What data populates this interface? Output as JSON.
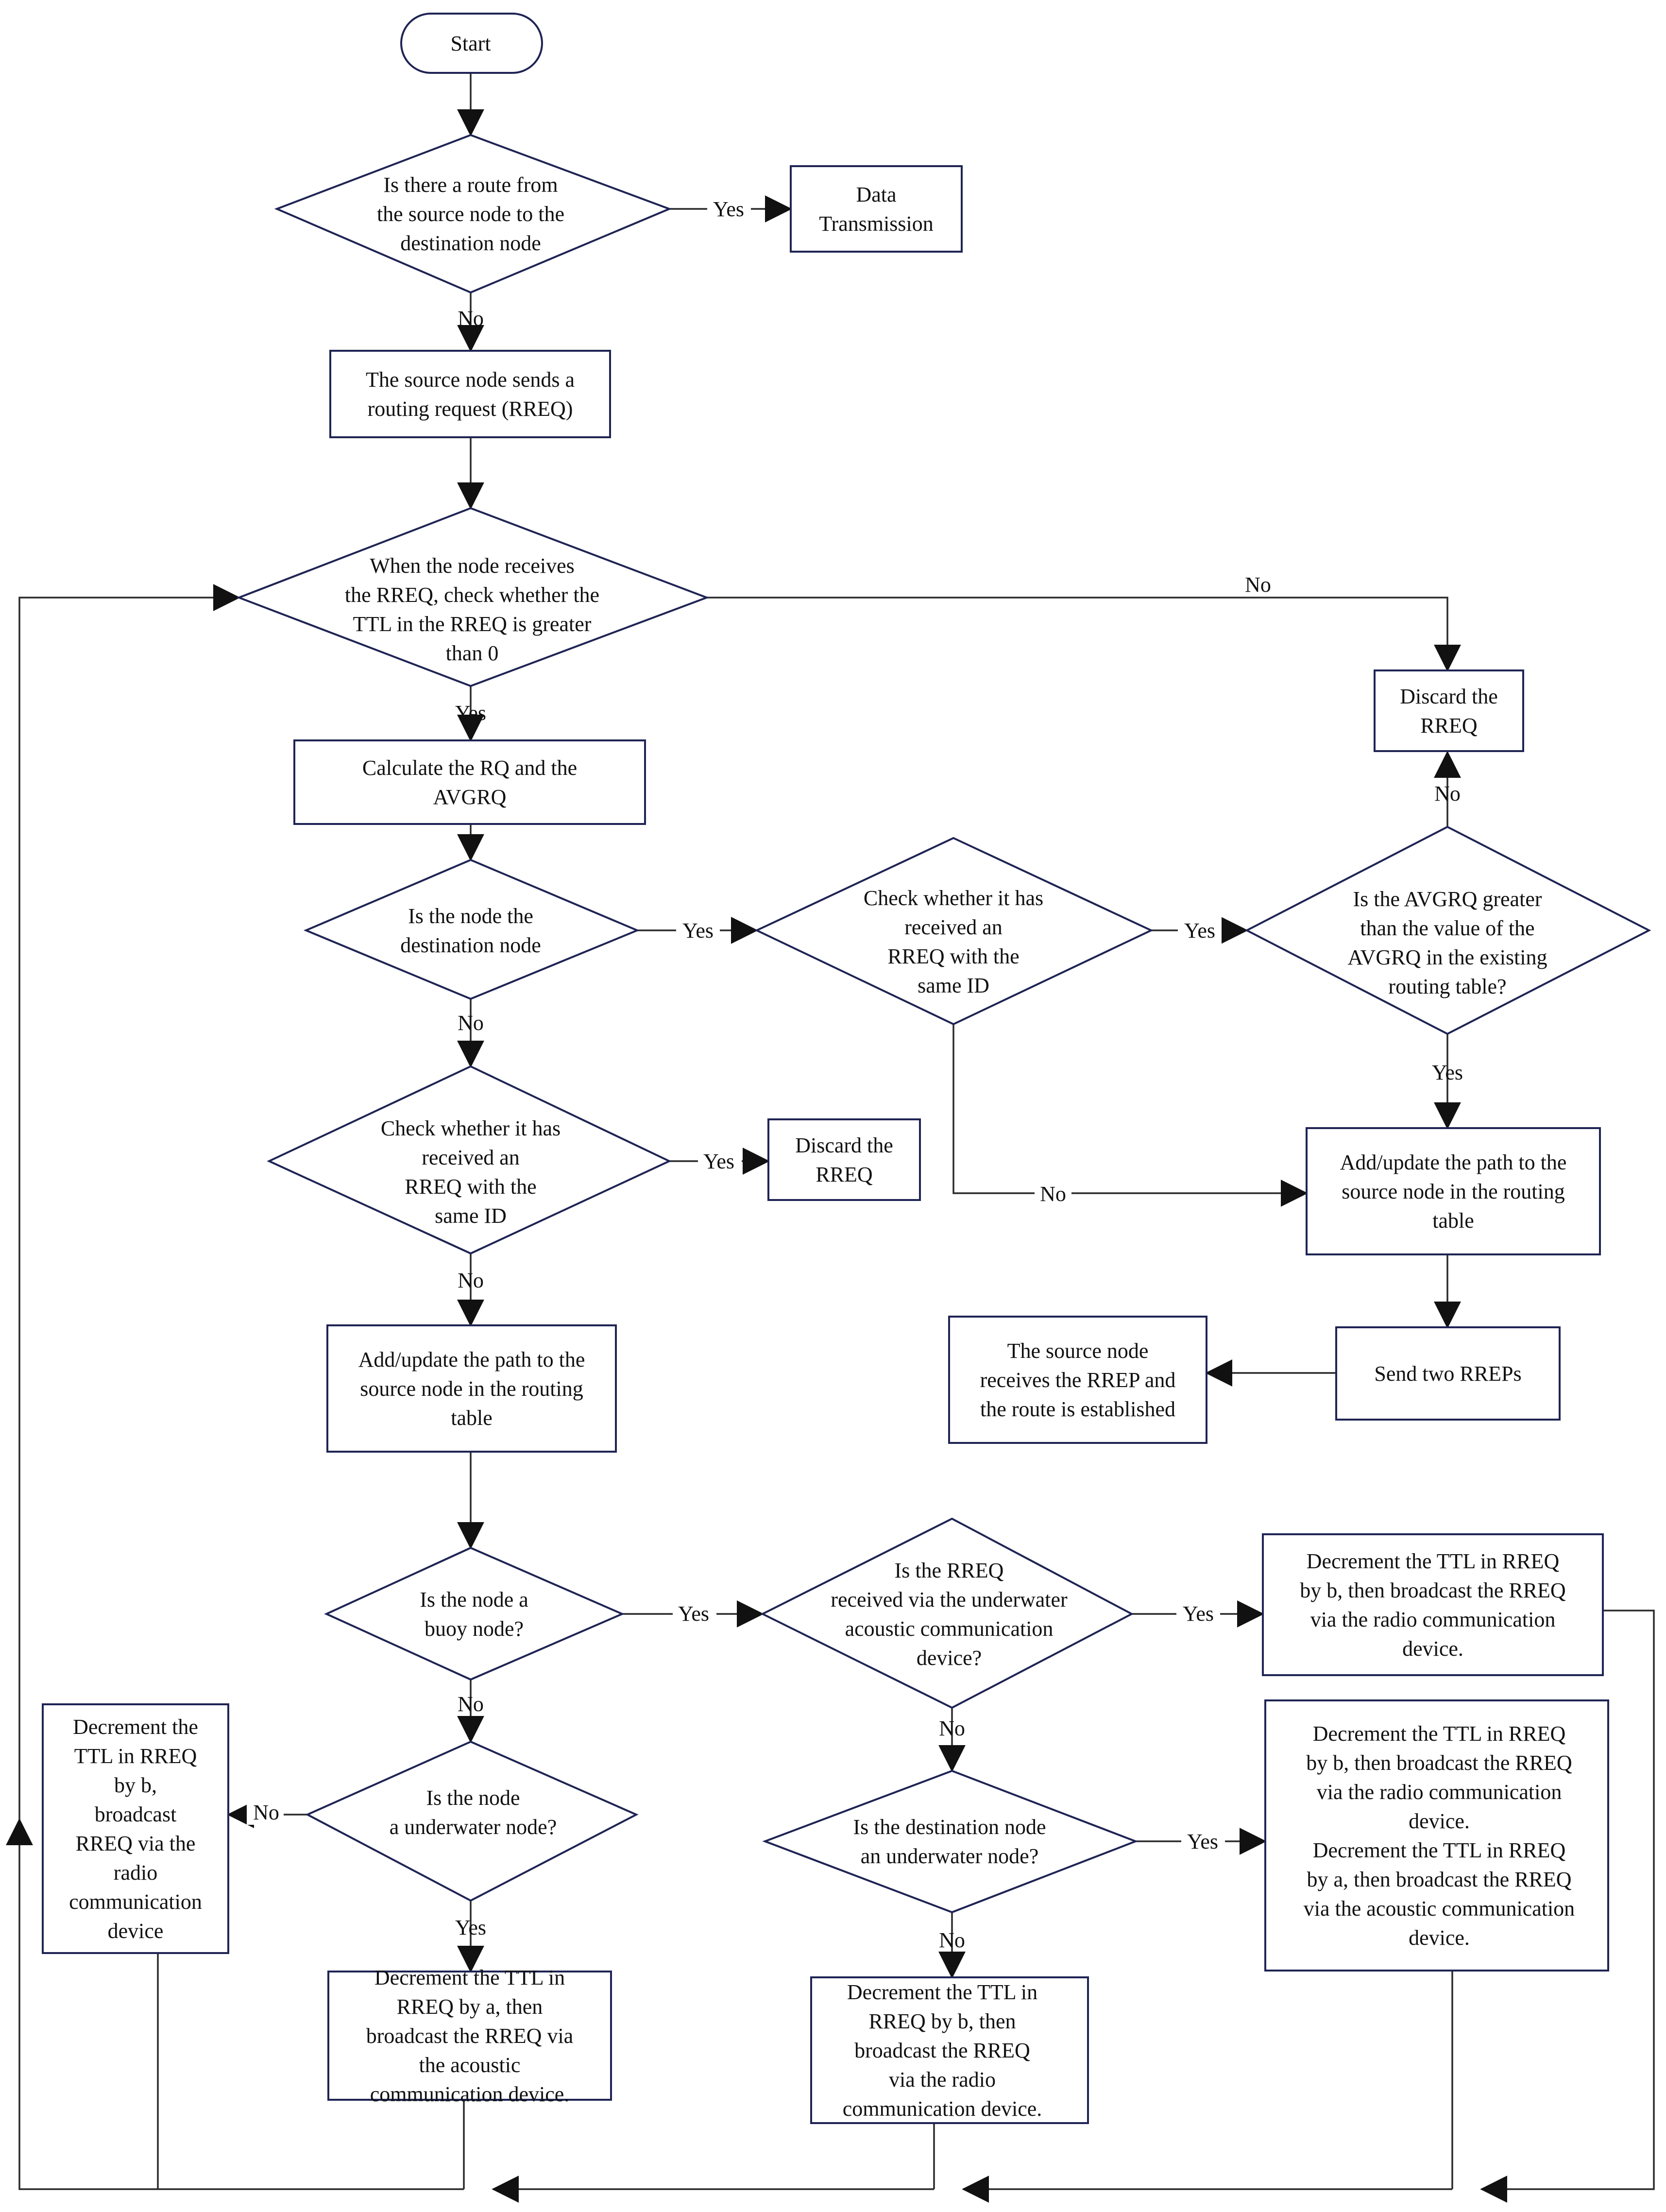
{
  "start": {
    "label": "Start"
  },
  "nodes": {
    "route_exists": {
      "lines": [
        "Is there a route from",
        "the source node to the",
        "destination node"
      ]
    },
    "data_transmission": {
      "lines": [
        "Data",
        "Transmission"
      ]
    },
    "source_sends_rreq": {
      "lines": [
        "The source node sends a",
        "routing request (RREQ)"
      ]
    },
    "ttl_check": {
      "lines": [
        "When the node receives",
        "the RREQ, check whether the",
        "TTL in the RREQ is greater",
        "than 0"
      ]
    },
    "discard_rreq_top": {
      "lines": [
        "Discard the",
        "RREQ"
      ]
    },
    "calc_rq": {
      "lines": [
        "Calculate the RQ  and the",
        "AVGRQ"
      ]
    },
    "is_destination": {
      "lines": [
        "Is the node the",
        "destination node"
      ]
    },
    "dest_same_id": {
      "lines": [
        "Check whether it has",
        "received an",
        "RREQ with the",
        "same ID"
      ]
    },
    "avgrq_greater": {
      "lines": [
        "Is the AVGRQ  greater",
        "than the value of the",
        "AVGRQ in the existing",
        "routing table?"
      ]
    },
    "add_path_right": {
      "lines": [
        "Add/update the path to the",
        "source node in the routing",
        "table"
      ]
    },
    "send_rreps": {
      "lines": [
        "Send two RREPs"
      ]
    },
    "route_established": {
      "lines": [
        "The source node",
        "receives the RREP and",
        "the route is established"
      ]
    },
    "left_same_id": {
      "lines": [
        "Check whether it has",
        "received an",
        "RREQ with the",
        "same ID"
      ]
    },
    "discard_rreq_mid": {
      "lines": [
        "Discard the",
        "RREQ"
      ]
    },
    "add_path_left": {
      "lines": [
        "Add/update the path to the",
        "source node in the routing",
        "table"
      ]
    },
    "buoy_node": {
      "lines": [
        "Is the node a",
        "buoy node?"
      ]
    },
    "received_acoustic": {
      "lines": [
        "Is the RREQ",
        "received via the underwater",
        "acoustic communication",
        "device?"
      ]
    },
    "decrement_radio_top": {
      "lines": [
        "Decrement the TTL in RREQ",
        "by b, then broadcast the RREQ",
        "via the radio communication",
        "device."
      ]
    },
    "underwater_node": {
      "lines": [
        "Is the node",
        "a underwater node?"
      ]
    },
    "decrement_left": {
      "lines": [
        "Decrement the",
        "TTL in RREQ",
        "by b,",
        "broadcast",
        "RREQ via the",
        "radio",
        "communication",
        "device"
      ]
    },
    "decrement_acoustic": {
      "lines": [
        "Decrement the TTL in",
        "RREQ by a, then",
        "broadcast the RREQ via",
        "the acoustic",
        "communication device."
      ]
    },
    "dest_underwater": {
      "lines": [
        "Is the destination node",
        "an underwater node?"
      ]
    },
    "decrement_both": {
      "lines": [
        "Decrement the TTL in RREQ",
        "by b, then broadcast the RREQ",
        "via the radio communication",
        "device.",
        "Decrement the TTL in RREQ",
        "by a, then broadcast the RREQ",
        "via the acoustic communication",
        "device."
      ]
    },
    "decrement_radio_bottom": {
      "lines": [
        "Decrement the TTL in",
        "RREQ by b, then",
        "broadcast the RREQ",
        "via the radio",
        "communication device."
      ]
    }
  },
  "edge_labels": {
    "route_yes": "Yes",
    "route_no": "No",
    "ttl_no": "No",
    "ttl_yes": "Yes",
    "avgrq_no": "No",
    "dest_yes": "Yes",
    "same_id_yes": "Yes",
    "avgrq_yes": "Yes",
    "dest_no": "No",
    "left_same_id_yes": "Yes",
    "same_id_no": "No",
    "left_same_id_no": "No",
    "buoy_yes": "Yes",
    "acoustic_yes": "Yes",
    "buoy_no": "No",
    "acoustic_no": "No",
    "underwater_no": "No",
    "dest_underwater_yes": "Yes",
    "underwater_yes": "Yes",
    "dest_underwater_no": "No"
  }
}
